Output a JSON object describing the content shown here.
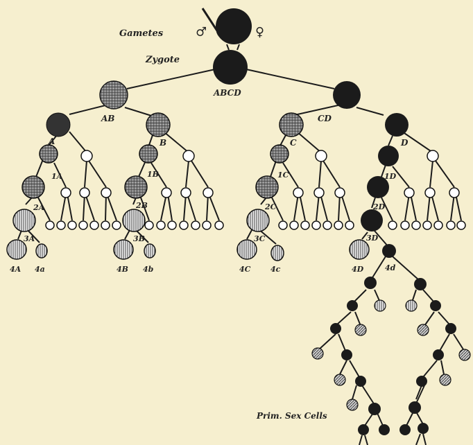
{
  "captions": {
    "gametes": "Gametes",
    "zygote": "Zygote",
    "male_symbol": "♂",
    "female_symbol": "♀",
    "prim_sex_cells": "Prim. Sex Cells"
  },
  "cell_labels": {
    "abcd": "ABCD",
    "ab": "AB",
    "cd": "CD",
    "a": "A",
    "b": "B",
    "c": "C",
    "d": "D",
    "1a": "1A",
    "1b": "1B",
    "1c": "1C",
    "1d": "1D",
    "2a": "2A",
    "2b": "2B",
    "2c": "2C",
    "2d": "2D",
    "3a": "3A",
    "3b": "3B",
    "3c": "3C",
    "3d": "3D",
    "4A": "4A",
    "4a": "4a",
    "4B": "4B",
    "4b": "4b",
    "4C": "4C",
    "4c": "4c",
    "4D": "4D",
    "4d": "4d"
  },
  "colors": {
    "background": "#f6efcf",
    "ink": "#1b1b1b",
    "hatched": "#8a8a8a",
    "open": "#ffffff"
  }
}
